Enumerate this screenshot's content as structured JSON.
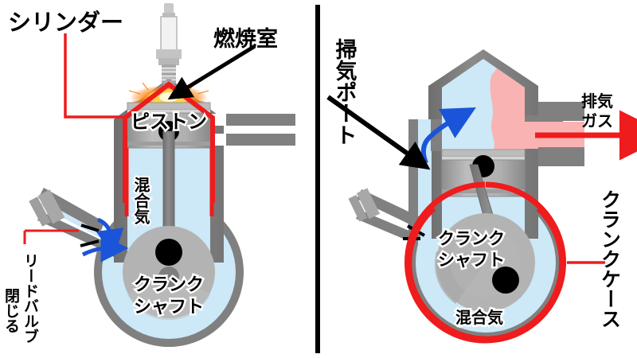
{
  "figure": {
    "title_hidden": "",
    "panels": [
      {
        "id": "left",
        "name": "combustion-compression-stroke",
        "labels": {
          "cylinder": "シリンダー",
          "combustion_chamber": "燃焼室",
          "piston": "ピストン",
          "mixture": "混合気",
          "crankshaft": "クランクシャフト",
          "reed_valve": "リードバルブ",
          "reed_valve_state": "閉じる"
        }
      },
      {
        "id": "right",
        "name": "scavenging-exhaust-stroke",
        "labels": {
          "scavenging_port": "掃気ポート",
          "exhaust_gas": "排気ガス",
          "crankshaft": "クランクシャフト",
          "mixture": "混合気",
          "crankcase": "クランクケース"
        }
      }
    ]
  },
  "colors": {
    "highlight_red": "#ee1c1c",
    "metal_gray": "#808080",
    "metal_light": "#b3b3b3",
    "piston_gray": "#a8a8a8",
    "mixture_blue": "#cde8f7",
    "exhaust_pink": "#f9b3b3",
    "arrow_blue": "#1a54d8",
    "arrow_black": "#000000",
    "divider_black": "#000000",
    "spark_orange": "#ff8a00",
    "background": "#ffffff"
  },
  "icons": {
    "arrow_right": "arrow-right-icon",
    "arrow_curve_blue": "curved-arrow-icon",
    "leader_line": "leader-line-icon",
    "spark_plug": "spark-plug-icon"
  }
}
